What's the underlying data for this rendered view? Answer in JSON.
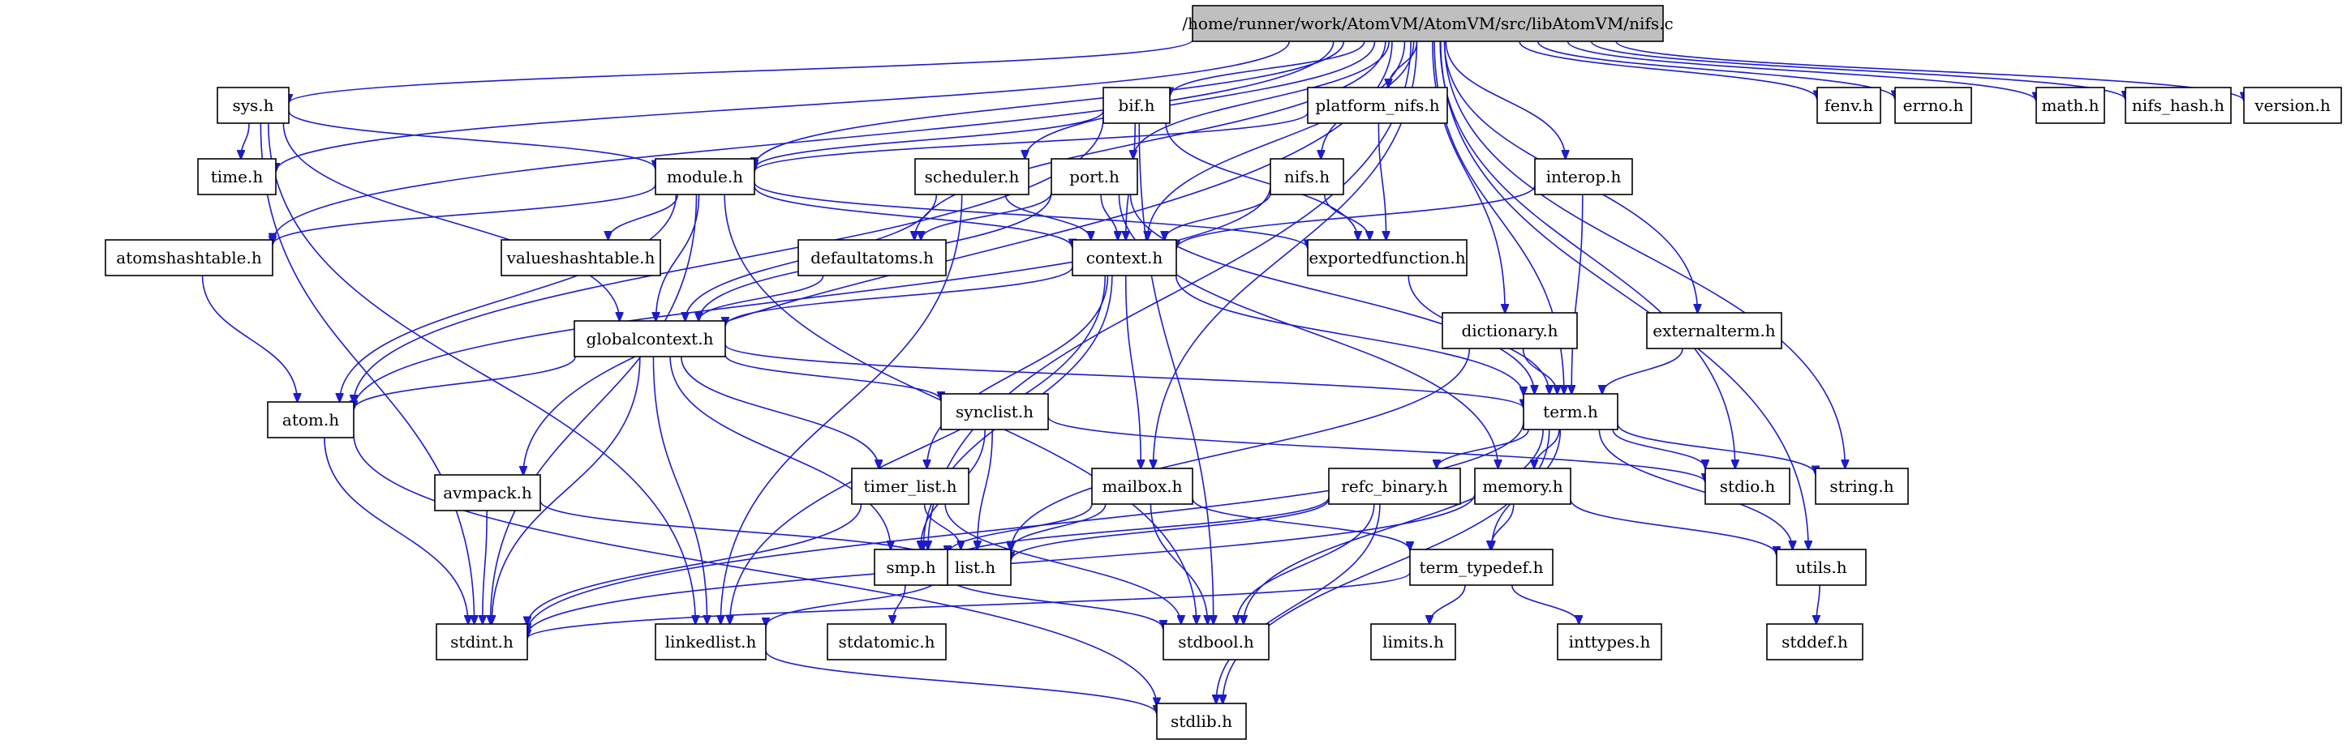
{
  "graph": {
    "nodes": [
      {
        "id": "root",
        "label": "/home/runner/work/AtomVM/AtomVM/src/libAtomVM/nifs.c",
        "root": true
      },
      {
        "id": "sys",
        "label": "sys.h"
      },
      {
        "id": "bif",
        "label": "bif.h"
      },
      {
        "id": "platform_nifs",
        "label": "platform_nifs.h"
      },
      {
        "id": "fenv",
        "label": "fenv.h"
      },
      {
        "id": "errno",
        "label": "errno.h"
      },
      {
        "id": "math",
        "label": "math.h"
      },
      {
        "id": "nifs_hash",
        "label": "nifs_hash.h"
      },
      {
        "id": "version",
        "label": "version.h"
      },
      {
        "id": "time",
        "label": "time.h"
      },
      {
        "id": "module",
        "label": "module.h"
      },
      {
        "id": "scheduler",
        "label": "scheduler.h"
      },
      {
        "id": "port",
        "label": "port.h"
      },
      {
        "id": "nifs",
        "label": "nifs.h"
      },
      {
        "id": "interop",
        "label": "interop.h"
      },
      {
        "id": "atomshashtable",
        "label": "atomshashtable.h"
      },
      {
        "id": "valueshashtable",
        "label": "valueshashtable.h"
      },
      {
        "id": "defaultatoms",
        "label": "defaultatoms.h"
      },
      {
        "id": "context",
        "label": "context.h"
      },
      {
        "id": "exportedfunction",
        "label": "exportedfunction.h"
      },
      {
        "id": "dictionary",
        "label": "dictionary.h"
      },
      {
        "id": "externalterm",
        "label": "externalterm.h"
      },
      {
        "id": "globalcontext",
        "label": "globalcontext.h"
      },
      {
        "id": "atom",
        "label": "atom.h"
      },
      {
        "id": "synclist",
        "label": "synclist.h"
      },
      {
        "id": "term",
        "label": "term.h"
      },
      {
        "id": "avmpack",
        "label": "avmpack.h"
      },
      {
        "id": "timer_list",
        "label": "timer_list.h"
      },
      {
        "id": "mailbox",
        "label": "mailbox.h"
      },
      {
        "id": "refc_binary",
        "label": "refc_binary.h"
      },
      {
        "id": "memory",
        "label": "memory.h"
      },
      {
        "id": "stdio",
        "label": "stdio.h"
      },
      {
        "id": "string",
        "label": "string.h"
      },
      {
        "id": "list",
        "label": "list.h"
      },
      {
        "id": "smp",
        "label": "smp.h"
      },
      {
        "id": "term_typedef",
        "label": "term_typedef.h"
      },
      {
        "id": "utils",
        "label": "utils.h"
      },
      {
        "id": "stdint",
        "label": "stdint.h"
      },
      {
        "id": "linkedlist",
        "label": "linkedlist.h"
      },
      {
        "id": "stdatomic",
        "label": "stdatomic.h"
      },
      {
        "id": "stdbool",
        "label": "stdbool.h"
      },
      {
        "id": "limits",
        "label": "limits.h"
      },
      {
        "id": "inttypes",
        "label": "inttypes.h"
      },
      {
        "id": "stddef",
        "label": "stddef.h"
      },
      {
        "id": "stdlib",
        "label": "stdlib.h"
      }
    ],
    "edges": [
      [
        "root",
        "sys"
      ],
      [
        "root",
        "time"
      ],
      [
        "root",
        "atomshashtable"
      ],
      [
        "root",
        "avmpack"
      ],
      [
        "root",
        "module"
      ],
      [
        "root",
        "smp"
      ],
      [
        "root",
        "defaultatoms"
      ],
      [
        "root",
        "scheduler"
      ],
      [
        "root",
        "port"
      ],
      [
        "root",
        "bif"
      ],
      [
        "root",
        "platform_nifs"
      ],
      [
        "root",
        "nifs"
      ],
      [
        "root",
        "context"
      ],
      [
        "root",
        "mailbox"
      ],
      [
        "root",
        "dictionary"
      ],
      [
        "root",
        "interop"
      ],
      [
        "root",
        "term"
      ],
      [
        "root",
        "externalterm"
      ],
      [
        "root",
        "stdio"
      ],
      [
        "root",
        "string"
      ],
      [
        "root",
        "utils"
      ],
      [
        "root",
        "fenv"
      ],
      [
        "root",
        "errno"
      ],
      [
        "root",
        "math"
      ],
      [
        "root",
        "nifs_hash"
      ],
      [
        "root",
        "version"
      ],
      [
        "sys",
        "time"
      ],
      [
        "sys",
        "module"
      ],
      [
        "sys",
        "globalcontext"
      ],
      [
        "sys",
        "stdint"
      ],
      [
        "sys",
        "linkedlist"
      ],
      [
        "bif",
        "module"
      ],
      [
        "bif",
        "atom"
      ],
      [
        "bif",
        "context"
      ],
      [
        "bif",
        "exportedfunction"
      ],
      [
        "bif",
        "stdbool"
      ],
      [
        "platform_nifs",
        "module"
      ],
      [
        "platform_nifs",
        "exportedfunction"
      ],
      [
        "module",
        "atomshashtable"
      ],
      [
        "module",
        "valueshashtable"
      ],
      [
        "module",
        "atom"
      ],
      [
        "module",
        "context"
      ],
      [
        "module",
        "exportedfunction"
      ],
      [
        "module",
        "globalcontext"
      ],
      [
        "module",
        "stdint"
      ],
      [
        "module",
        "stdbool"
      ],
      [
        "scheduler",
        "context"
      ],
      [
        "scheduler",
        "globalcontext"
      ],
      [
        "scheduler",
        "linkedlist"
      ],
      [
        "port",
        "context"
      ],
      [
        "port",
        "defaultatoms"
      ],
      [
        "port",
        "globalcontext"
      ],
      [
        "port",
        "memory"
      ],
      [
        "port",
        "term"
      ],
      [
        "nifs",
        "context"
      ],
      [
        "nifs",
        "exportedfunction"
      ],
      [
        "nifs",
        "atom"
      ],
      [
        "interop",
        "context"
      ],
      [
        "interop",
        "term"
      ],
      [
        "atomshashtable",
        "atom"
      ],
      [
        "defaultatoms",
        "globalcontext"
      ],
      [
        "context",
        "globalcontext"
      ],
      [
        "context",
        "mailbox"
      ],
      [
        "context",
        "term"
      ],
      [
        "context",
        "timer_list"
      ],
      [
        "context",
        "linkedlist"
      ],
      [
        "context",
        "smp"
      ],
      [
        "exportedfunction",
        "term"
      ],
      [
        "dictionary",
        "term"
      ],
      [
        "dictionary",
        "list"
      ],
      [
        "externalterm",
        "term"
      ],
      [
        "globalcontext",
        "atom"
      ],
      [
        "globalcontext",
        "synclist"
      ],
      [
        "globalcontext",
        "term"
      ],
      [
        "globalcontext",
        "timer_list"
      ],
      [
        "globalcontext",
        "linkedlist"
      ],
      [
        "globalcontext",
        "smp"
      ],
      [
        "globalcontext",
        "stdint"
      ],
      [
        "atom",
        "stdint"
      ],
      [
        "atom",
        "stdlib"
      ],
      [
        "synclist",
        "list"
      ],
      [
        "synclist",
        "smp"
      ],
      [
        "synclist",
        "stdio"
      ],
      [
        "term",
        "stdio"
      ],
      [
        "term",
        "string"
      ],
      [
        "term",
        "utils"
      ],
      [
        "term",
        "refc_binary"
      ],
      [
        "term",
        "memory"
      ],
      [
        "term",
        "term_typedef"
      ],
      [
        "term",
        "stdint"
      ],
      [
        "term",
        "stdbool"
      ],
      [
        "term",
        "stdlib"
      ],
      [
        "avmpack",
        "list"
      ],
      [
        "avmpack",
        "stdint"
      ],
      [
        "timer_list",
        "list"
      ],
      [
        "timer_list",
        "stdint"
      ],
      [
        "timer_list",
        "stdbool"
      ],
      [
        "mailbox",
        "list"
      ],
      [
        "mailbox",
        "smp"
      ],
      [
        "mailbox",
        "term_typedef"
      ],
      [
        "mailbox",
        "stdbool"
      ],
      [
        "refc_binary",
        "list"
      ],
      [
        "refc_binary",
        "smp"
      ],
      [
        "refc_binary",
        "stdbool"
      ],
      [
        "refc_binary",
        "stdlib"
      ],
      [
        "memory",
        "term_typedef"
      ],
      [
        "memory",
        "utils"
      ],
      [
        "memory",
        "stdint"
      ],
      [
        "list",
        "linkedlist"
      ],
      [
        "smp",
        "stdatomic"
      ],
      [
        "smp",
        "stdbool"
      ],
      [
        "term_typedef",
        "limits"
      ],
      [
        "term_typedef",
        "inttypes"
      ],
      [
        "term_typedef",
        "stdint"
      ],
      [
        "utils",
        "stddef"
      ],
      [
        "linkedlist",
        "stdlib"
      ]
    ]
  }
}
